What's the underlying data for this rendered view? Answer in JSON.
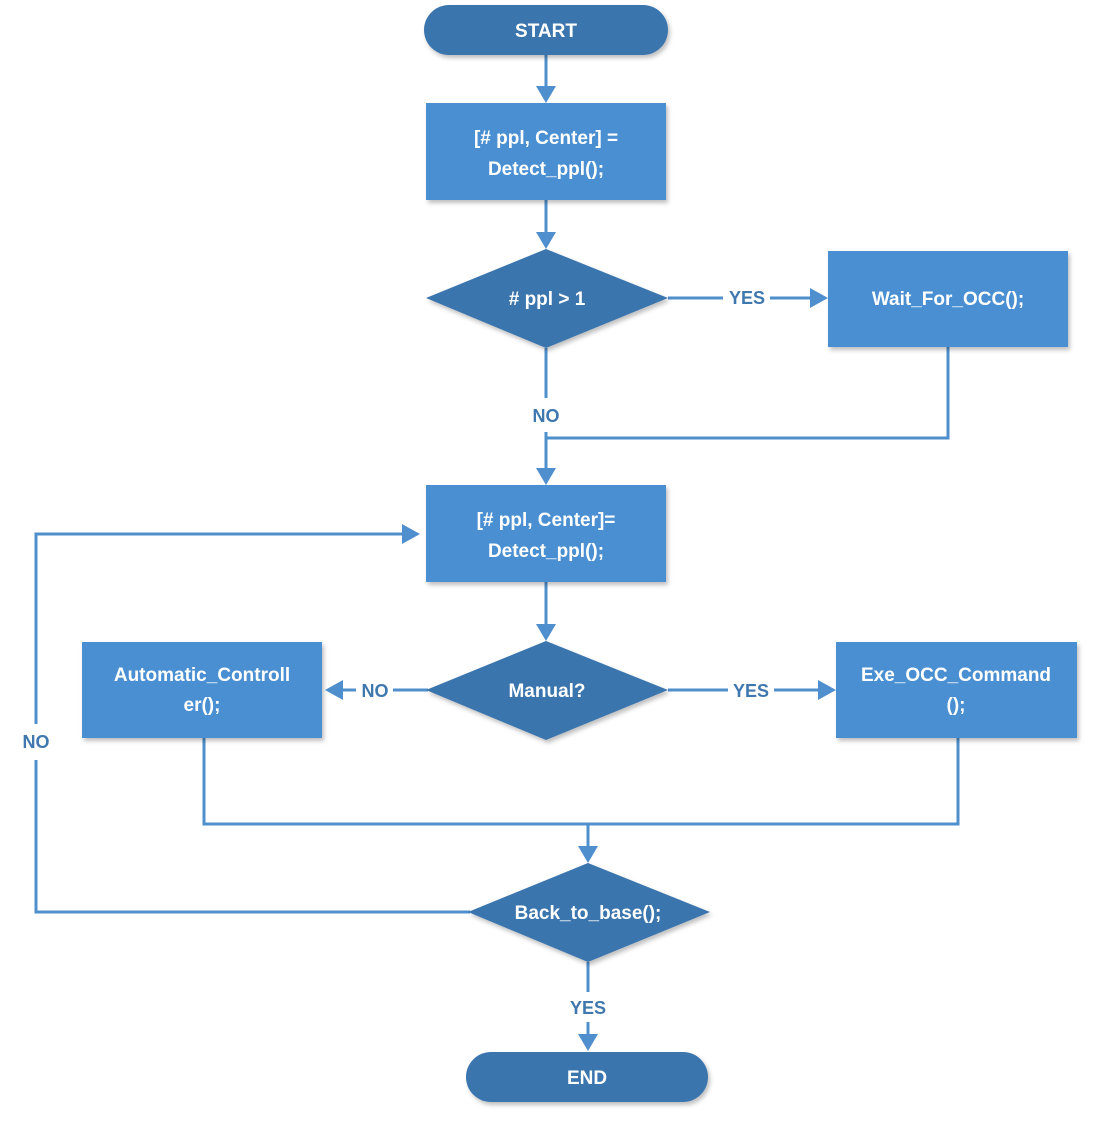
{
  "flowchart": {
    "start": "START",
    "detect_1": [
      "[# ppl, Center] =",
      "Detect_ppl();"
    ],
    "decision_ppl": "# ppl > 1",
    "wait_occ": "Wait_For_OCC();",
    "detect_2": [
      "[# ppl, Center]=",
      "Detect_ppl();"
    ],
    "decision_manual": "Manual?",
    "auto_controller": [
      "Automatic_Controll",
      "er();"
    ],
    "exe_occ": [
      "Exe_OCC_Command",
      "();"
    ],
    "decision_base": "Back_to_base();",
    "end": "END"
  },
  "labels": {
    "yes_ppl": "YES",
    "no_ppl": "NO",
    "yes_manual": "YES",
    "no_manual": "NO",
    "no_base": "NO",
    "yes_base": "YES"
  },
  "colors": {
    "box": "#4a8fd1",
    "terminal": "#3a74ad",
    "line": "#4f8fcd",
    "label": "#3f78ae"
  }
}
